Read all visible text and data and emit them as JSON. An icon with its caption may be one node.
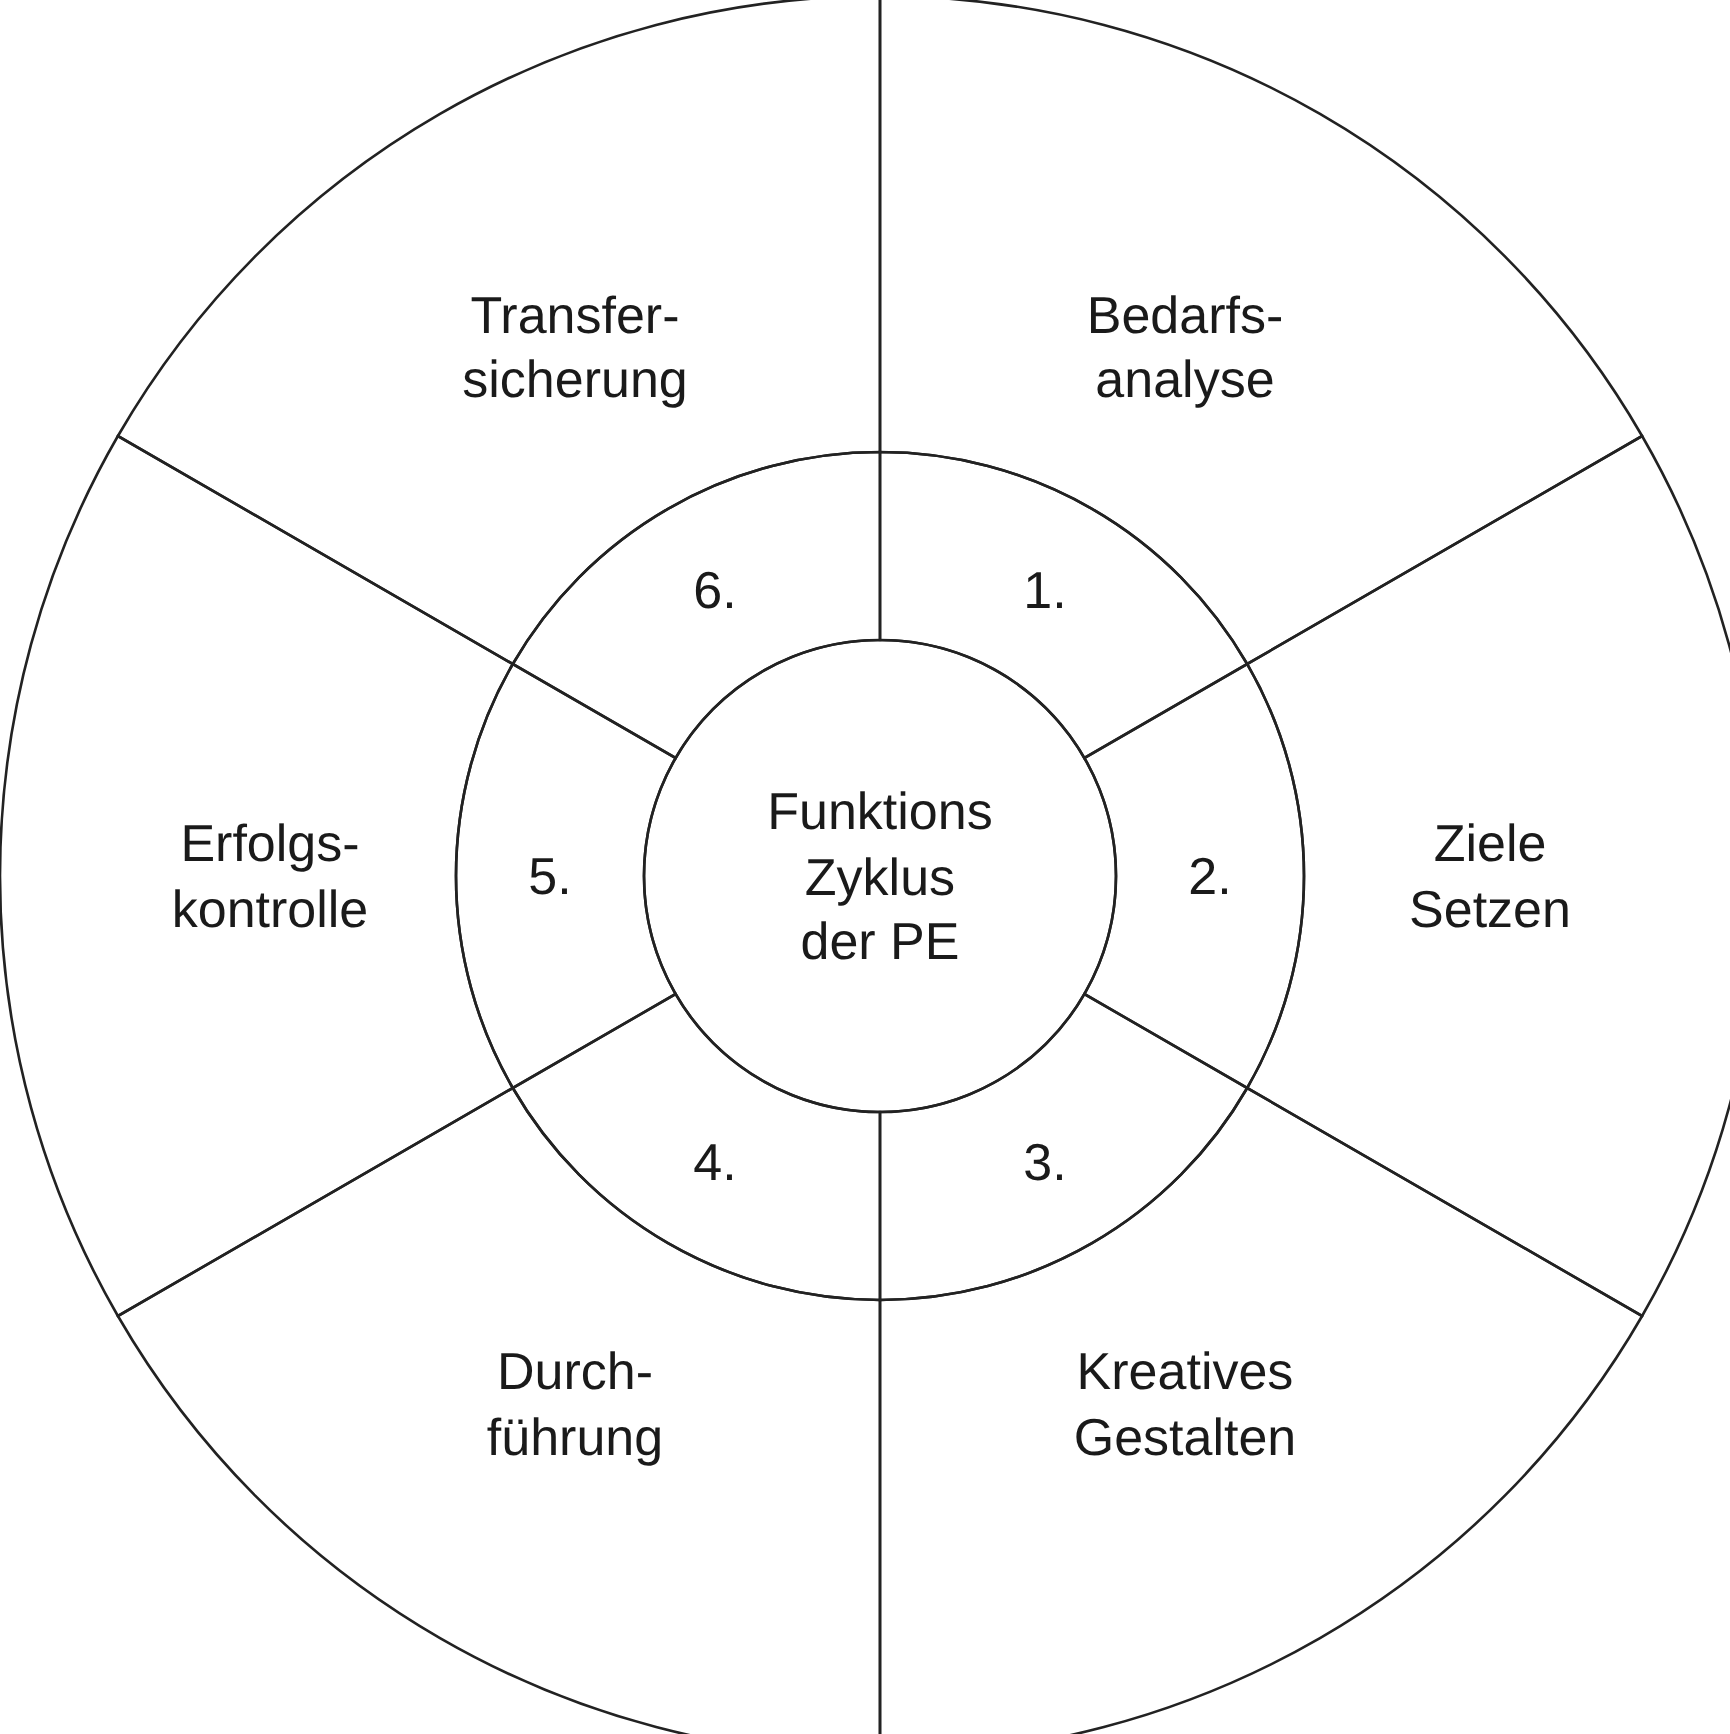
{
  "diagram": {
    "nodes": [
      {
        "text": [
          "Bedarfs- analyse"
        ]
      },
      {
        "text": [
          "Ziele Setzen"
        ]
      },
      {
        "text": [
          "Kreatives Gestalten"
        ]
      },
      {
        "text": [
          "Durch- führung"
        ]
      },
      {
        "text": [
          "Erfolgs- kontrolle"
        ]
      },
      {
        "text": [
          "Transfer- sicherung"
        ]
      },
      {
        "text": [
          "1."
        ]
      },
      {
        "text": [
          "2."
        ]
      },
      {
        "text": [
          "3."
        ]
      },
      {
        "text": [
          "4."
        ]
      },
      {
        "text": [
          "5."
        ]
      },
      {
        "text": [
          "6."
        ]
      },
      {
        "text": [
          "Funktions Zyklus der PE"
        ]
      }
    ]
  }
}
